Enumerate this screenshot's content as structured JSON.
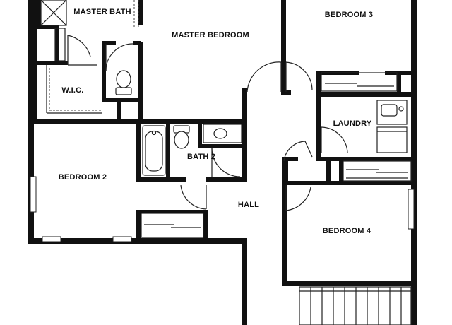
{
  "rooms": {
    "master_bath": "MASTER BATH",
    "master_bedroom": "MASTER BEDROOM",
    "bedroom_3": "BEDROOM 3",
    "wic": "W.I.C.",
    "laundry": "LAUNDRY",
    "bath_2": "BATH 2",
    "bedroom_2": "BEDROOM 2",
    "hall": "HALL",
    "bedroom_4": "BEDROOM 4"
  }
}
